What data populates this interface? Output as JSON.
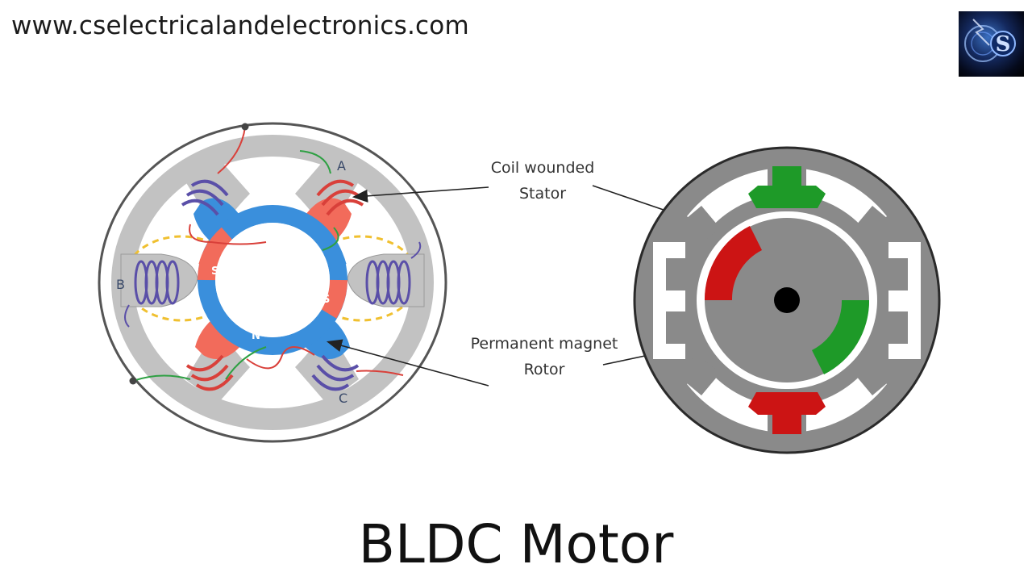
{
  "header": {
    "url_text": "www.cselectricalandelectronics.com",
    "logo_letter": "S"
  },
  "left_diagram": {
    "phase_labels": [
      "A",
      "B",
      "C"
    ],
    "pole_labels": [
      "N",
      "S",
      "S",
      "N"
    ],
    "colors": {
      "stator": "#c2c2c2",
      "stator_outline": "#555555",
      "pole_red": "#f26b5b",
      "pole_blue": "#3a8fdc",
      "coil_blue": "#5a4fa8",
      "coil_red": "#d9403a",
      "coil_green": "#2ea043",
      "flux_dashes": "#f0c030"
    }
  },
  "callouts": {
    "stator_line1": "Coil wounded",
    "stator_line2": "Stator",
    "rotor_line1": "Permanent magnet",
    "rotor_line2": "Rotor"
  },
  "right_diagram": {
    "colors": {
      "body": "#8a8a8a",
      "outline": "#2a2a2a",
      "magnet_red": "#cc1414",
      "magnet_green": "#1e9a28",
      "shaft": "#000000"
    }
  },
  "title": "BLDC Motor"
}
